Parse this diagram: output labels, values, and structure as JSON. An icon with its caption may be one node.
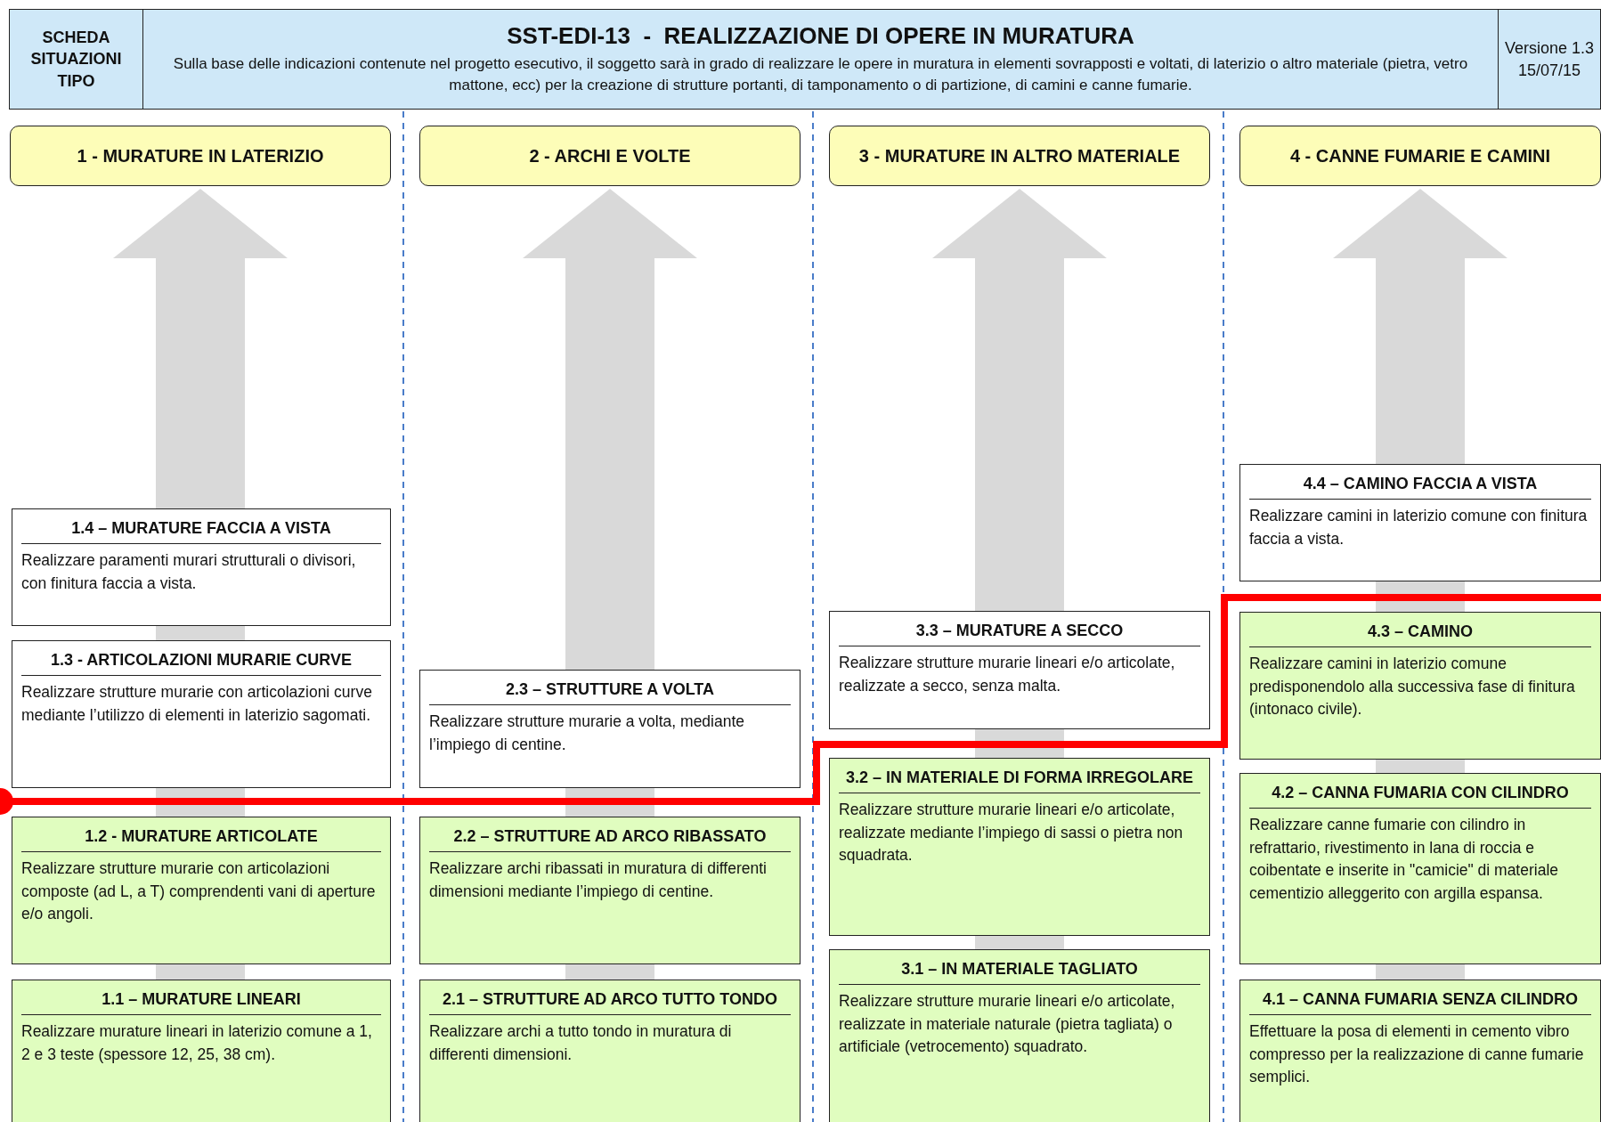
{
  "diagram": {
    "nodes": [
      {
        "text": [
          "SCHEDA SITUAZIONI TIPO"
        ]
      },
      {
        "text": [
          "SST-EDI-13  -  REALIZZAZIONE DI OPERE IN MURATURA",
          "Sulla base delle indicazioni contenute nel progetto esecutivo, il soggetto sarà in grado di realizzare le opere in muratura in elementi sovrapposti e voltati, di laterizio o altro materiale (pietra, vetro mattone, ecc) per la creazione di strutture portanti, di tamponamento o di partizione, di camini e canne fumarie."
        ]
      },
      {
        "text": [
          "Versione 1.3 15/07/15"
        ]
      },
      {
        "text": [
          "1 - MURATURE IN LATERIZIO"
        ]
      },
      {
        "text": [
          "2 - ARCHI E VOLTE"
        ]
      },
      {
        "text": [
          "3 - MURATURE IN ALTRO MATERIALE"
        ]
      },
      {
        "text": [
          "4 - CANNE FUMARIE E CAMINI"
        ]
      },
      {
        "text": [
          "1.4 – MURATURE FACCIA A VISTA",
          "Realizzare paramenti murari strutturali o divisori, con finitura faccia a vista."
        ]
      },
      {
        "text": [
          "1.3 - ARTICOLAZIONI MURARIE CURVE",
          "Realizzare strutture murarie con articolazioni curve mediante l’utilizzo di elementi in laterizio sagomati."
        ]
      },
      {
        "text": [
          "1.2 - MURATURE ARTICOLATE",
          "Realizzare strutture murarie con articolazioni composte (ad L, a T) comprendenti vani di aperture e/o angoli."
        ]
      },
      {
        "text": [
          "1.1 – MURATURE LINEARI",
          "Realizzare murature lineari in laterizio comune a 1, 2 e 3 teste (spessore 12, 25, 38 cm)."
        ]
      },
      {
        "text": [
          "2.3 – STRUTTURE A VOLTA",
          "Realizzare strutture murarie a volta, mediante l’impiego di centine."
        ]
      },
      {
        "text": [
          "2.2 – STRUTTURE AD ARCO RIBASSATO",
          "Realizzare archi ribassati in muratura di differenti dimensioni mediante l’impiego di centine."
        ]
      },
      {
        "text": [
          "2.1 – STRUTTURE AD ARCO TUTTO TONDO",
          "Realizzare archi a tutto tondo in muratura di differenti dimensioni."
        ]
      },
      {
        "text": [
          "3.3 – MURATURE A SECCO",
          "Realizzare strutture murarie lineari e/o articolate, realizzate a secco, senza malta."
        ]
      },
      {
        "text": [
          "3.2 – IN MATERIALE DI FORMA IRREGOLARE",
          "Realizzare strutture murarie lineari e/o articolate, realizzate mediante l’impiego di sassi o pietra non squadrata."
        ]
      },
      {
        "text": [
          "3.1 – IN MATERIALE TAGLIATO",
          "Realizzare strutture murarie lineari e/o articolate, realizzate in materiale naturale (pietra tagliata) o artificiale (vetrocemento) squadrato."
        ]
      },
      {
        "text": [
          "4.4 – CAMINO FACCIA A VISTA",
          "Realizzare camini in laterizio comune con finitura faccia a vista."
        ]
      },
      {
        "text": [
          "4.3 – CAMINO",
          "Realizzare camini in laterizio comune predisponendolo alla successiva fase di finitura (intonaco civile)."
        ]
      },
      {
        "text": [
          "4.2 – CANNA FUMARIA CON CILINDRO",
          "Realizzare canne fumarie con cilindro in refrattario, rivestimento in lana di roccia e coibentate e inserite in \"camicie\" di materiale cementizio alleggerito con argilla espansa."
        ]
      },
      {
        "text": [
          "4.1 – CANNA FUMARIA SENZA CILINDRO",
          "Effettuare la posa di elementi in cemento vibro compresso per la realizzazione di canne fumarie semplici."
        ]
      }
    ]
  }
}
